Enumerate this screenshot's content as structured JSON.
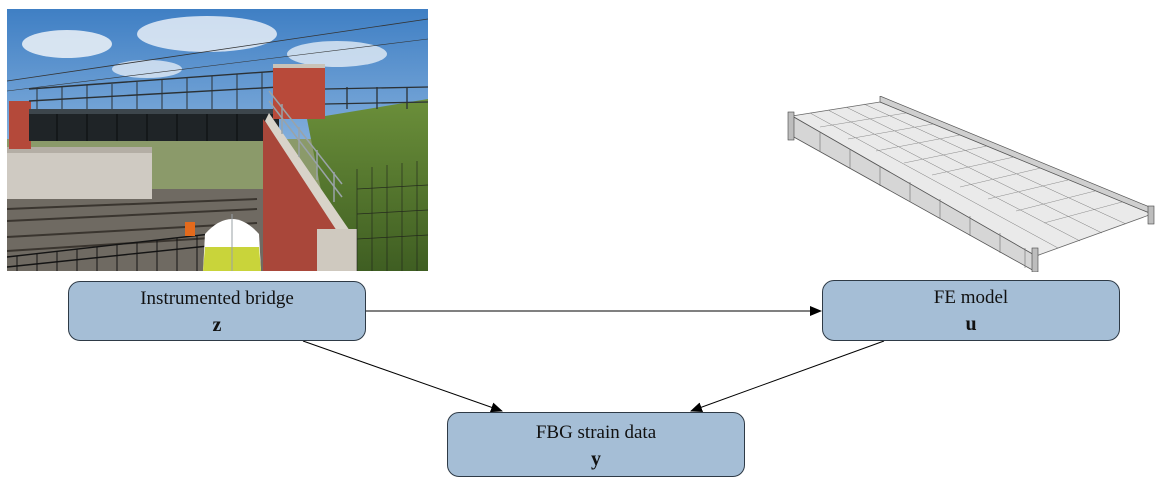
{
  "nodes": {
    "bridge": {
      "label": "Instrumented bridge",
      "symbol": "z"
    },
    "fe_model": {
      "label": "FE model",
      "symbol": "u"
    },
    "fbg": {
      "label": "FBG strain data",
      "symbol": "y"
    }
  },
  "edges": [
    {
      "from": "bridge",
      "to": "fe_model"
    },
    {
      "from": "bridge",
      "to": "fbg"
    },
    {
      "from": "fe_model",
      "to": "fbg"
    }
  ],
  "colors": {
    "node_fill": "#a5bed6",
    "node_border": "#2e3a46",
    "arrow": "#000000"
  },
  "images": {
    "bridge_photo": "photo of a steel railway footbridge with brick abutments over tracks",
    "fe_render": "wireframe finite element mesh of the bridge deck"
  }
}
